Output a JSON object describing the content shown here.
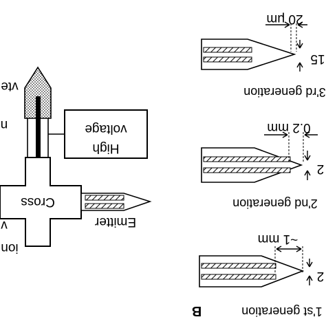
{
  "figure": {
    "schematic": {
      "partial_label_top": "vte",
      "partial_label_top2": "n",
      "partial_label_bottom": "v",
      "partial_label_bottom2": "ion",
      "cross_label": "Cross",
      "emitter_label": "Emitter",
      "hv_line1": "High",
      "hv_line2": "voltage"
    },
    "emitters": [
      {
        "generation": "3'rd generation",
        "dim_top": "20 μm",
        "dim_side": "15"
      },
      {
        "generation": "2'nd generation",
        "dim_top": "0.2 mm",
        "dim_side": "2"
      },
      {
        "generation": "1'st generation",
        "dim_top": "~1 mm",
        "dim_side": "2"
      }
    ],
    "panel_label": "B"
  }
}
